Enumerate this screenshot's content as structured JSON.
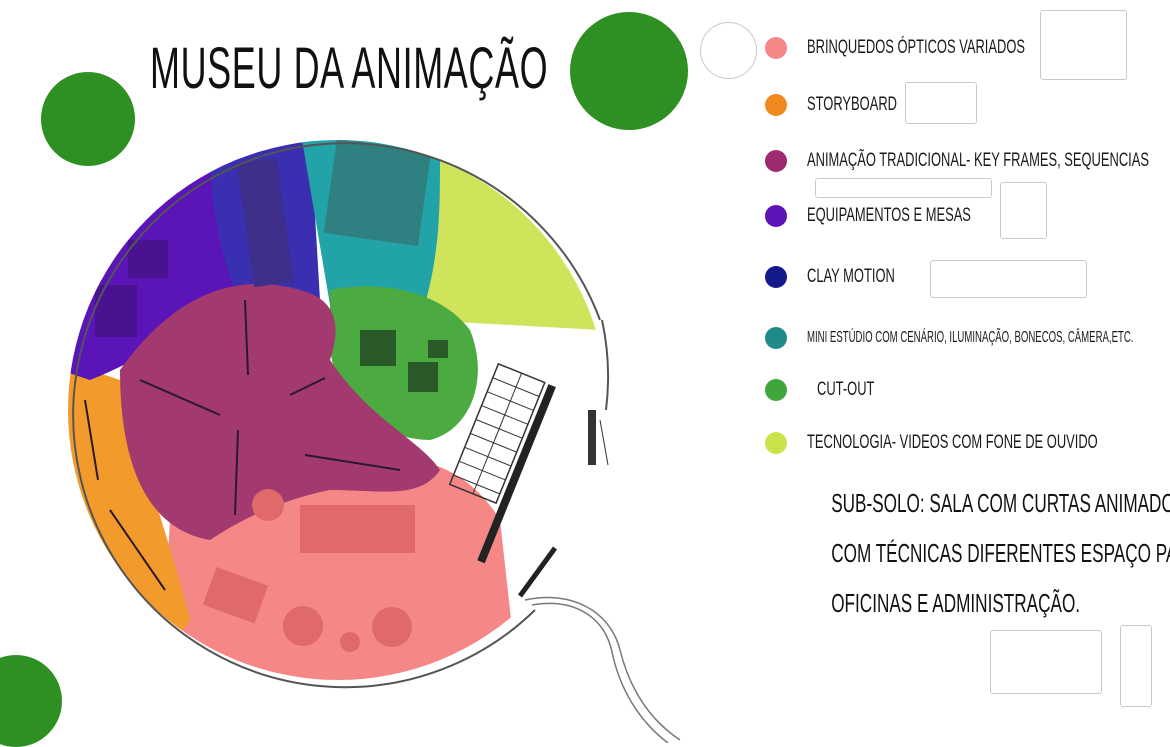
{
  "title": "MUSEU DA ANIMAÇÃO",
  "legend": [
    {
      "label": "BRINQUEDOS ÓPTICOS VARIADOS",
      "color": "#f08a8a",
      "icon": "optical-toys-sketch"
    },
    {
      "label": "STORYBOARD",
      "color": "#f08a1e",
      "icon": "storyboard-sketch"
    },
    {
      "label": "ANIMAÇÃO TRADICIONAL- KEY FRAMES, SEQUENCIAS",
      "color": "#9b2b6e",
      "icon": "keyframes-sketch"
    },
    {
      "label": "EQUIPAMENTOS E MESAS",
      "color": "#5b13b8",
      "icon": "equipment-sketch"
    },
    {
      "label": "CLAY MOTION",
      "color": "#141a8c",
      "icon": "clay-sketch"
    },
    {
      "label": "MINI ESTÚDIO COM CENÁRIO, ILUMINAÇÃO, BONECOS, CÂMERA,ETC.",
      "color": "#1f8a8a",
      "icon": ""
    },
    {
      "label": "CUT-OUT",
      "color": "#3ea63a",
      "icon": ""
    },
    {
      "label": "TECNOLOGIA- VIDEOS COM FONE DE OUVIDO",
      "color": "#c9e34a",
      "icon": ""
    }
  ],
  "note": {
    "lines": [
      "SUB-SOLO: SALA COM CURTAS ANIMADOS",
      "COM TÉCNICAS DIFERENTES ESPAÇO PARA",
      "OFICINAS E ADMINISTRAÇÃO."
    ]
  },
  "colors": {
    "accent_green": "#2e8f22",
    "pink": "#f08a8a",
    "orange": "#f08a1e",
    "magenta": "#9b2b6e",
    "purple": "#5b13b8",
    "navy": "#2a2aa8",
    "teal": "#1f9a9a",
    "green": "#3ea63a",
    "lime": "#c9e34a"
  }
}
